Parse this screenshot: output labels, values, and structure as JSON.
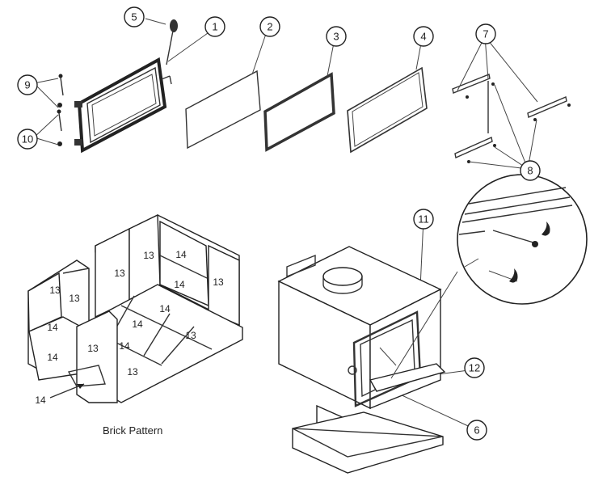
{
  "callouts": {
    "c1": "1",
    "c2": "2",
    "c3": "3",
    "c4": "4",
    "c5": "5",
    "c6": "6",
    "c7": "7",
    "c8": "8",
    "c9": "9",
    "c10": "10",
    "c11": "11",
    "c12": "12"
  },
  "bricks": {
    "b1": "13",
    "b2": "13",
    "b3": "14",
    "b4": "14",
    "b5": "13",
    "b6": "13",
    "b7": "13",
    "b8": "14",
    "b9": "14",
    "b10": "14",
    "b11": "14",
    "b12": "13",
    "b13": "14",
    "b14": "13",
    "b15": "13",
    "pointer": "14"
  },
  "caption": "Brick Pattern"
}
